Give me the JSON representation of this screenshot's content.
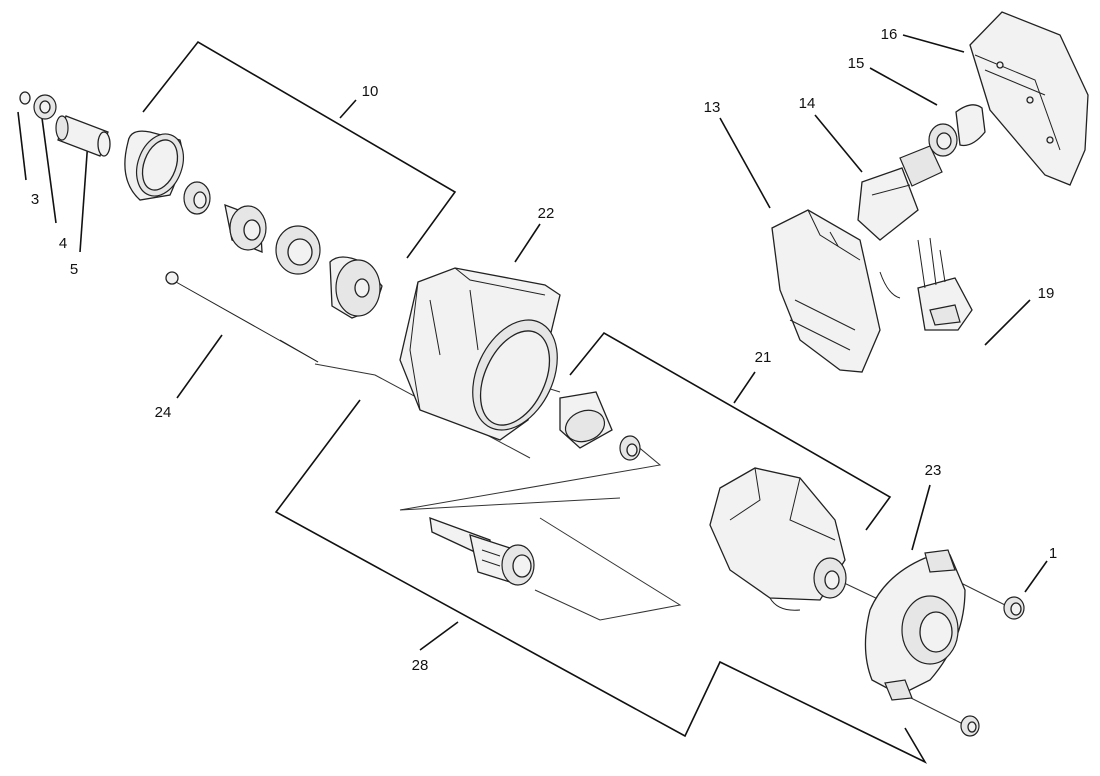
{
  "diagram": {
    "callouts": [
      {
        "id": "c1",
        "label": "1"
      },
      {
        "id": "c3",
        "label": "3"
      },
      {
        "id": "c4",
        "label": "4"
      },
      {
        "id": "c5",
        "label": "5"
      },
      {
        "id": "c10",
        "label": "10"
      },
      {
        "id": "c13",
        "label": "13"
      },
      {
        "id": "c14",
        "label": "14"
      },
      {
        "id": "c15",
        "label": "15"
      },
      {
        "id": "c16",
        "label": "16"
      },
      {
        "id": "c19",
        "label": "19"
      },
      {
        "id": "c21",
        "label": "21"
      },
      {
        "id": "c22",
        "label": "22"
      },
      {
        "id": "c23",
        "label": "23"
      },
      {
        "id": "c24",
        "label": "24"
      },
      {
        "id": "c28",
        "label": "28"
      }
    ]
  }
}
